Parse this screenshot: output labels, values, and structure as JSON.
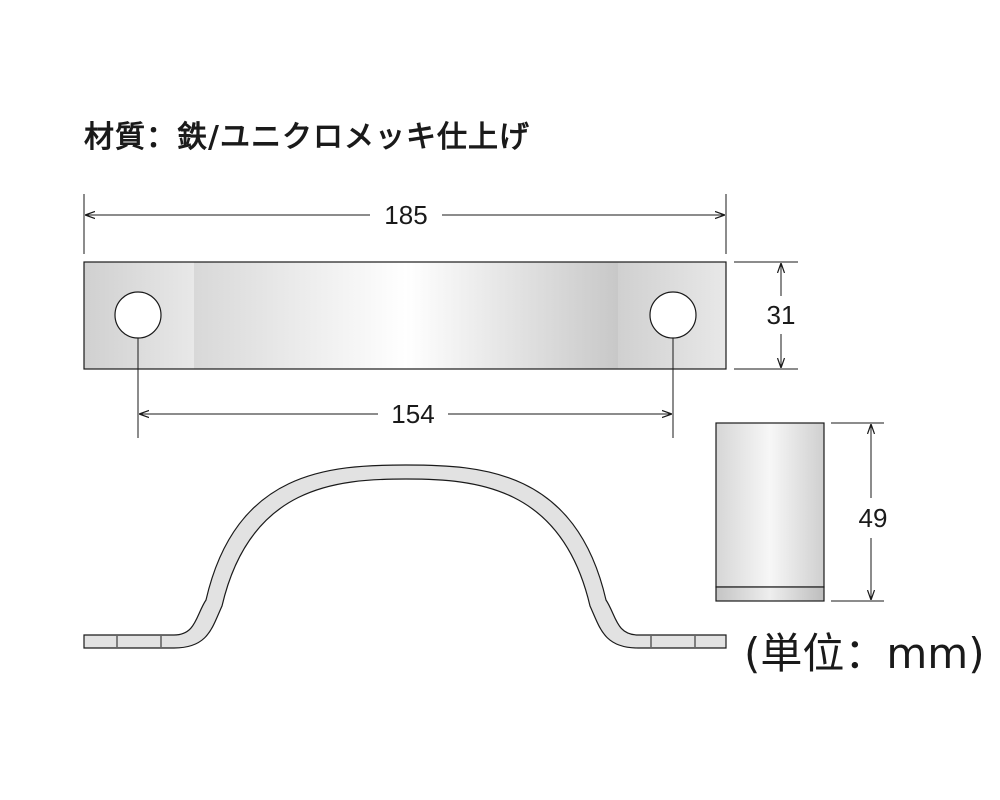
{
  "title": "材質：鉄/ユニクロメッキ仕上げ",
  "unit_label": "(単位：mm)",
  "dimensions": {
    "overall_length": "185",
    "hole_pitch": "154",
    "width": "31",
    "height": "49"
  }
}
